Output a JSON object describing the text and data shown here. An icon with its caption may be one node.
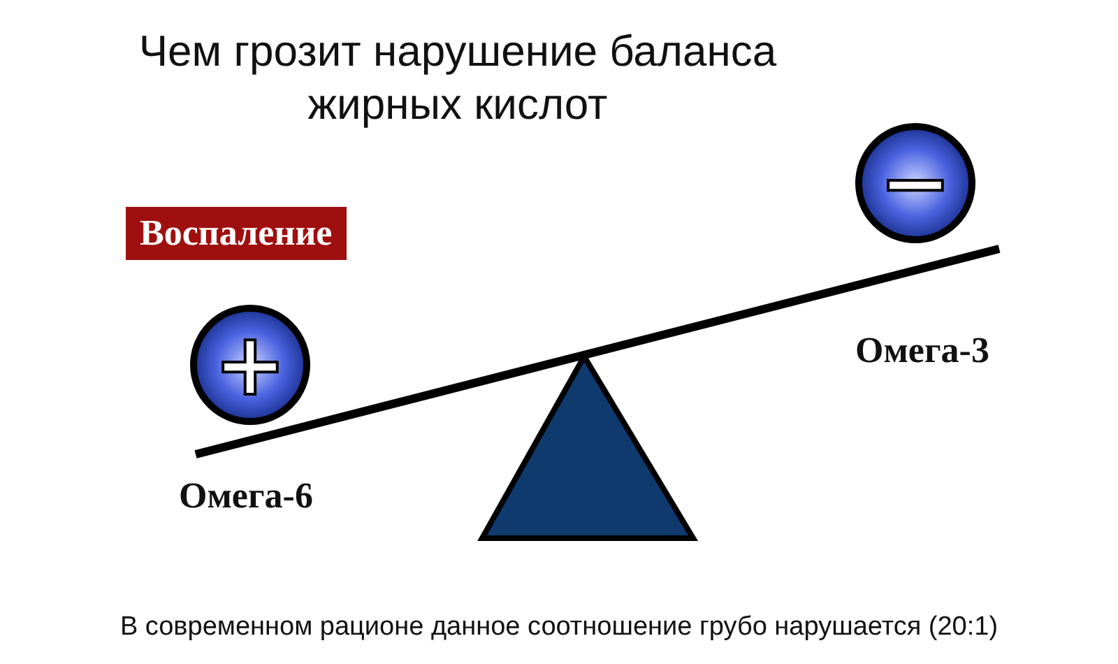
{
  "diagram": {
    "title": "Чем грозит нарушение баланса жирных кислот",
    "nodes": [
      {
        "text": [
          "−"
        ]
      },
      {
        "text": [
          "Воспаление"
        ]
      },
      {
        "text": [
          "+"
        ]
      }
    ],
    "edges": [],
    "labels": [
      "Омега-3",
      "Омега-6"
    ],
    "caption": "В современном рационе данное соотношение грубо нарушается (20:1)"
  }
}
